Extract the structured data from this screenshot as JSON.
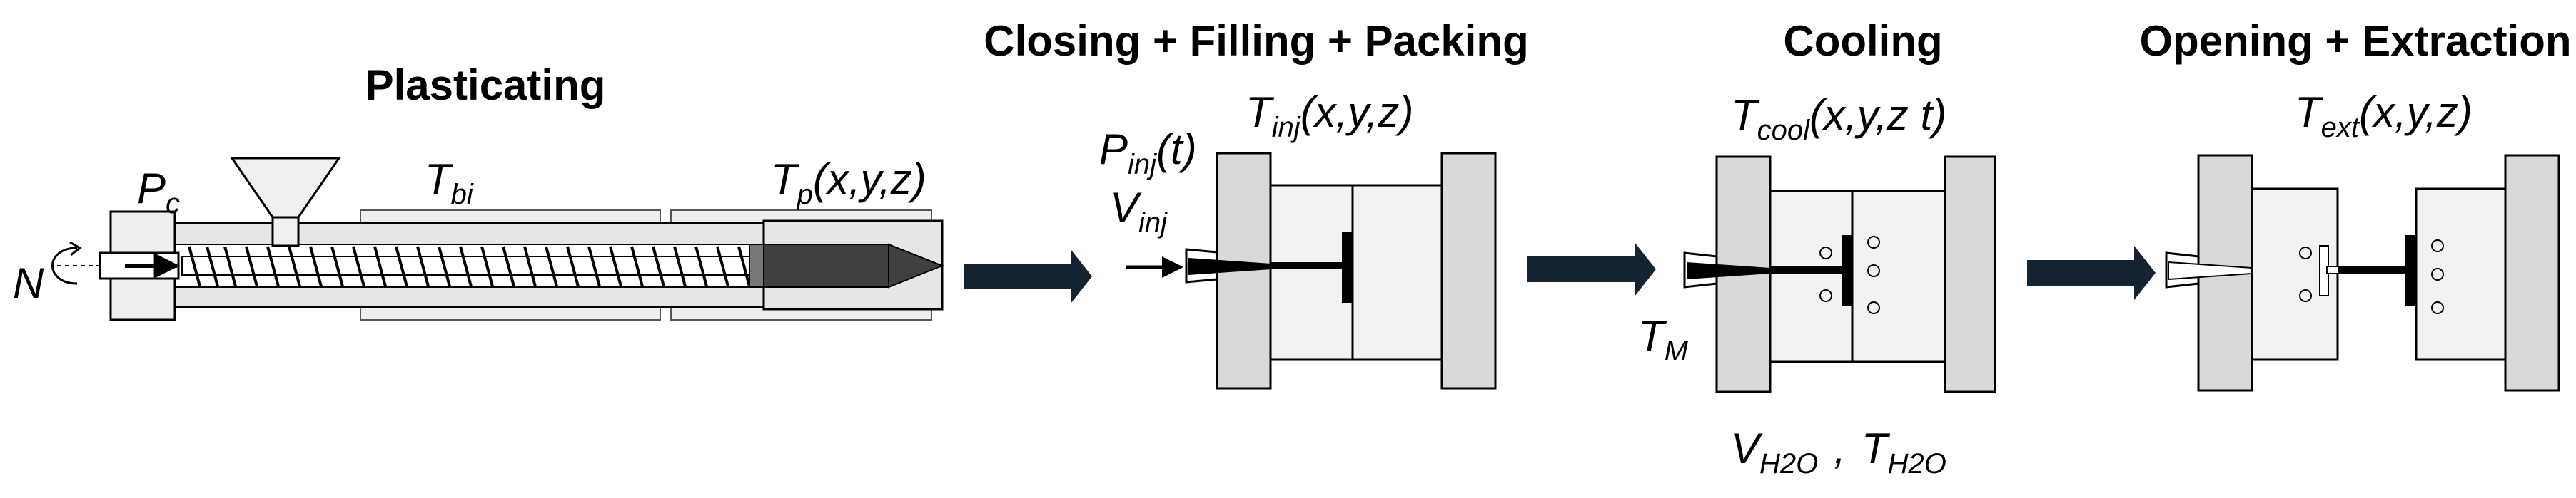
{
  "stages": [
    {
      "title": "Plasticating"
    },
    {
      "title": "Closing + Filling + Packing"
    },
    {
      "title": "Cooling"
    },
    {
      "title": "Opening + Extraction"
    }
  ],
  "labels": {
    "pc_main": "P",
    "pc_sub": "c",
    "n": "N",
    "tbi_main": "T",
    "tbi_sub": "bi",
    "tp_main": "T",
    "tp_sub": "p",
    "tp_args": "(x,y,z)",
    "pinj_main": "P",
    "pinj_sub": "inj",
    "pinj_args": "(t)",
    "vinj_main": "V",
    "vinj_sub": "inj",
    "tinj_main": "T",
    "tinj_sub": "inj",
    "tinj_args": "(x,y,z)",
    "tcool_main": "T",
    "tcool_sub": "cool",
    "tcool_args": "(x,y,z t)",
    "tm_main": "T",
    "tm_sub": "M",
    "vh2o_main": "V",
    "vh2o_sub": "H2O",
    "sep": ",",
    "th2o_main": "T",
    "th2o_sub": "H2O",
    "text_main": "T",
    "text_sub": "ext",
    "text_args": "(x,y,z)"
  },
  "colors": {
    "stroke": "#000000",
    "barrel_fill": "#e6e6e6",
    "platen_fill": "#d9d9d9",
    "mold_fill": "#f2f2f2",
    "melt_fill": "#404040",
    "arrow_fill": "#142331"
  }
}
